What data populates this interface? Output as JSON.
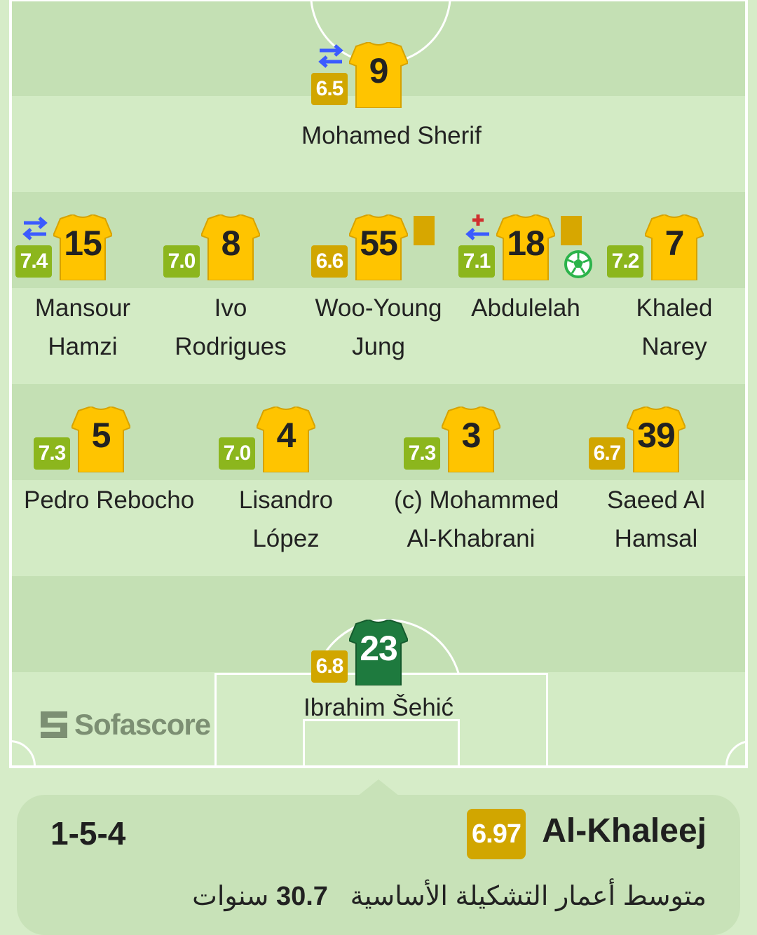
{
  "brand": "Sofascore",
  "team": {
    "name": "Al-Khaleej",
    "formation": "1-5-4",
    "rating": "6.97",
    "avg_age_label": "متوسط أعمار التشكيلة الأساسية",
    "avg_age_value": "30.7",
    "avg_age_unit": "سنوات"
  },
  "colors": {
    "rating_green": "#8cb61d",
    "rating_yellow": "#d1a600",
    "shirt_yellow": "#ffc400",
    "gk_shirt": "#1e7a3e",
    "sub_icon": "#3b5bff",
    "yellow_card": "#d7a700"
  },
  "players": {
    "forward": {
      "number": "9",
      "rating": "6.5",
      "rating_color": "yellow",
      "name1": "Mohamed Sherif",
      "name2": "",
      "sub": true
    },
    "mid1": {
      "number": "15",
      "rating": "7.4",
      "rating_color": "green",
      "name1": "Mansour",
      "name2": "Hamzi",
      "sub": true
    },
    "mid2": {
      "number": "8",
      "rating": "7.0",
      "rating_color": "green",
      "name1": "Ivo",
      "name2": "Rodrigues"
    },
    "mid3": {
      "number": "55",
      "rating": "6.6",
      "rating_color": "yellow",
      "name1": "Woo-Young",
      "name2": "Jung",
      "card": true
    },
    "mid4": {
      "number": "18",
      "rating": "7.1",
      "rating_color": "green",
      "name1": "Abdulelah",
      "name2": "",
      "card": true,
      "goal": true,
      "sub_in_injury": true
    },
    "mid5": {
      "number": "7",
      "rating": "7.2",
      "rating_color": "green",
      "name1": "Khaled",
      "name2": "Narey"
    },
    "def1": {
      "number": "5",
      "rating": "7.3",
      "rating_color": "green",
      "name1": "Pedro Rebocho",
      "name2": ""
    },
    "def2": {
      "number": "4",
      "rating": "7.0",
      "rating_color": "green",
      "name1": "Lisandro",
      "name2": "López"
    },
    "def3": {
      "number": "3",
      "rating": "7.3",
      "rating_color": "green",
      "name1": "(c) Mohammed",
      "name2": "Al-Khabrani"
    },
    "def4": {
      "number": "39",
      "rating": "6.7",
      "rating_color": "yellow",
      "name1": "Saeed Al",
      "name2": "Hamsal"
    },
    "gk": {
      "number": "23",
      "rating": "6.8",
      "rating_color": "yellow",
      "name1": "Ibrahim Šehić",
      "name2": ""
    }
  }
}
